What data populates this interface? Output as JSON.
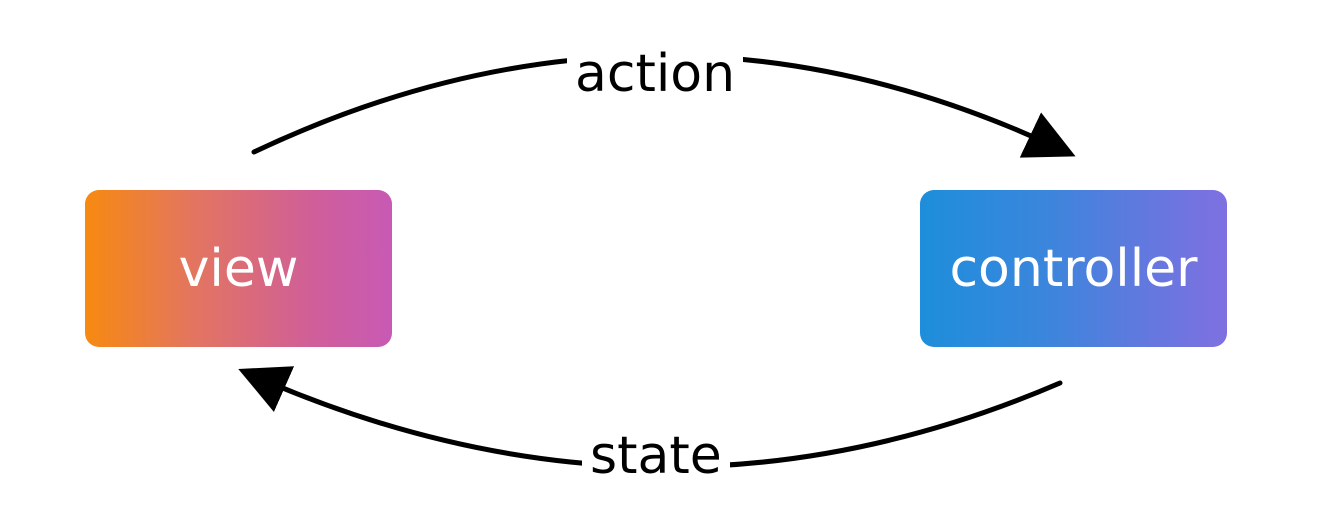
{
  "diagram": {
    "nodes": {
      "view": {
        "label": "view",
        "gradient": [
          "#f78a10",
          "#c85ab4"
        ]
      },
      "controller": {
        "label": "controller",
        "gradient": [
          "#1d8edb",
          "#7f70e0"
        ]
      }
    },
    "edges": {
      "action": {
        "label": "action",
        "from": "view",
        "to": "controller"
      },
      "state": {
        "label": "state",
        "from": "controller",
        "to": "view"
      }
    },
    "edge_color": "#000000"
  }
}
